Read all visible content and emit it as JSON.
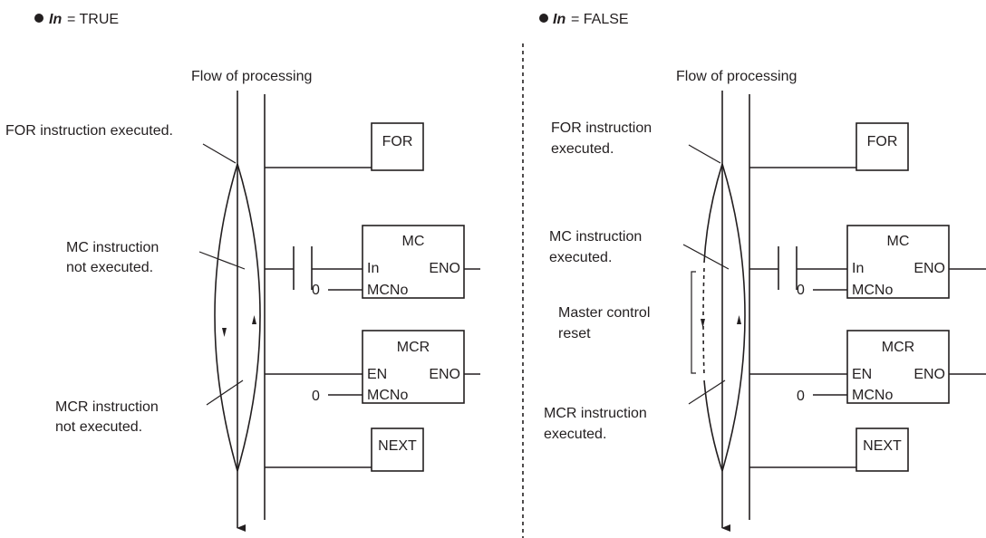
{
  "panels": [
    {
      "id": "true",
      "header_var": "In",
      "header_value": "= TRUE",
      "flow_label": "Flow of processing",
      "for_label_lines": [
        "FOR instruction executed."
      ],
      "mc_label_lines": [
        "MC instruction",
        "not executed."
      ],
      "mcr_label_lines": [
        "MCR instruction",
        "not executed."
      ],
      "reset_label_lines": []
    },
    {
      "id": "false",
      "header_var": "In",
      "header_value": "= FALSE",
      "flow_label": "Flow of processing",
      "for_label_lines": [
        "FOR instruction",
        "executed."
      ],
      "mc_label_lines": [
        "MC instruction",
        "executed."
      ],
      "mcr_label_lines": [
        "MCR instruction",
        "executed."
      ],
      "reset_label_lines": [
        "Master control",
        "reset"
      ]
    }
  ],
  "blocks": {
    "for": "FOR",
    "mc": "MC",
    "mcr": "MCR",
    "next": "NEXT",
    "in_pin": "In",
    "en_pin": "EN",
    "eno_pin": "ENO",
    "mcno_pin": "MCNo",
    "mcno_value": "0"
  }
}
